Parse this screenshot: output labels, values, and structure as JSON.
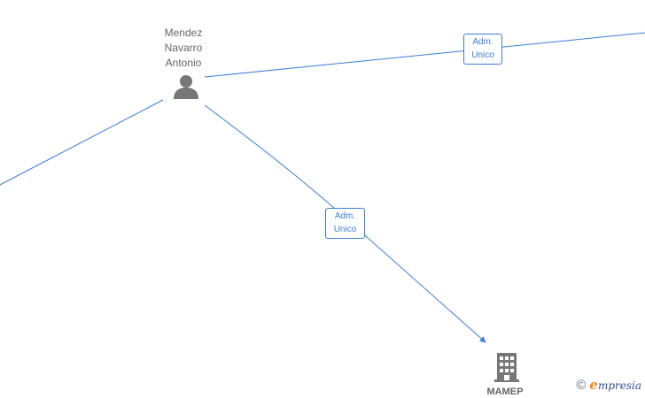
{
  "nodes": {
    "person": {
      "name_lines": [
        "Mendez",
        "Navarro",
        "Antonio"
      ],
      "icon": "person-icon"
    },
    "company": {
      "name": "MAMEP",
      "icon": "building-icon"
    }
  },
  "edges": [
    {
      "label_lines": [
        "Adm.",
        "Unico"
      ],
      "from": "Mendez Navarro Antonio",
      "to": "offscreen-right"
    },
    {
      "label_lines": [
        "Adm.",
        "Unico"
      ],
      "from": "Mendez Navarro Antonio",
      "to": "MAMEP"
    }
  ],
  "brand": {
    "copyright_symbol": "©",
    "initial": "e",
    "name_rest": "mpresia"
  },
  "colors": {
    "edge": "#3b7dd8",
    "icon": "#777777",
    "text": "#666666"
  }
}
